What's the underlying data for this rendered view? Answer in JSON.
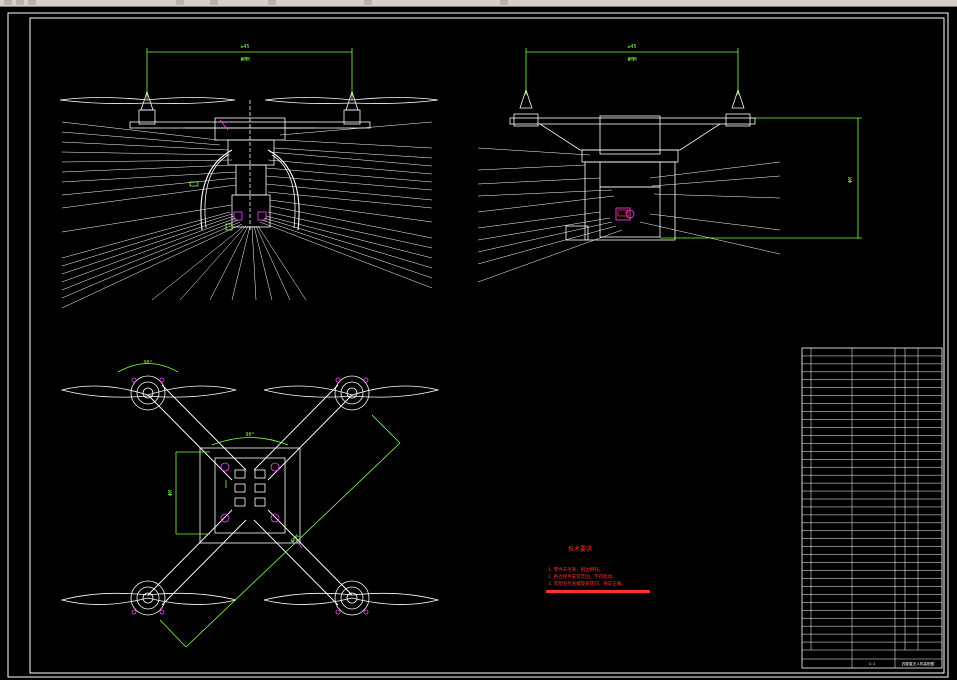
{
  "toolbar": {
    "icons": [
      "open-icon",
      "save-icon",
      "print-icon",
      "undo-icon",
      "redo-icon",
      "pan-icon",
      "zoom-icon",
      "layer-icon"
    ]
  },
  "colors": {
    "background": "#000000",
    "frame": "#ffffff",
    "geometry": "#ffffff",
    "dimension": "#7fff3f",
    "hidden": "#ff40ff",
    "notes": "#ff3030"
  },
  "front_view": {
    "dim_width": "±45",
    "dim_width_sub": "ΦMM"
  },
  "side_view": {
    "dim_width": "±45",
    "dim_width_sub": "ΦMM",
    "dim_height": "ΦM"
  },
  "top_view": {
    "angle_top": "90°",
    "angle_center": "90°",
    "dim_body": "ΦM",
    "dim_diag": "ΦMM"
  },
  "notes": {
    "title": "技术要求",
    "lines": [
      "1. 零件去毛刺，锐边倒钝。",
      "2. 各连接件安装牢固，不得松动。",
      "3. 装配后检查螺旋桨转向，保证正确。"
    ]
  },
  "bom": {
    "rows": 38,
    "title_block": {
      "drawing_name": "四旋翼无人机装配图",
      "scale": "1:1"
    }
  }
}
